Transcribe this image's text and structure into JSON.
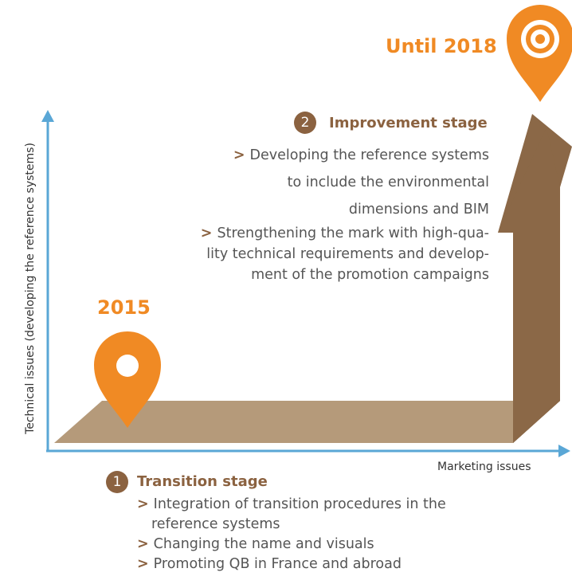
{
  "axes": {
    "y_label": "Technical issues (developing the reference systems)",
    "x_label": "Marketing issues"
  },
  "milestones": {
    "start": "2015",
    "end": "Until 2018"
  },
  "stage1": {
    "number": "1",
    "title": "Transition stage",
    "items": [
      [
        "Integration of transition procedures in the",
        "reference systems"
      ],
      [
        "Changing the name and visuals"
      ],
      [
        "Promoting QB in France and abroad"
      ]
    ]
  },
  "stage2": {
    "number": "2",
    "title": "Improvement stage",
    "items": [
      [
        "Developing the reference systems",
        "to include the environmental",
        "dimensions and BIM"
      ],
      [
        "Strengthening the mark with high-qua-",
        "lity technical requirements and develop-",
        "ment of the promotion campaigns"
      ]
    ]
  },
  "bullet_glyph": ">",
  "colors": {
    "axis": "#5aa7d6",
    "pin": "#f08a24",
    "floor": "#b59a7a",
    "arrow_front": "#8b6847",
    "arrow_side": "#6e5036",
    "badge": "#8b6240",
    "milestone_text": "#f08a24"
  }
}
